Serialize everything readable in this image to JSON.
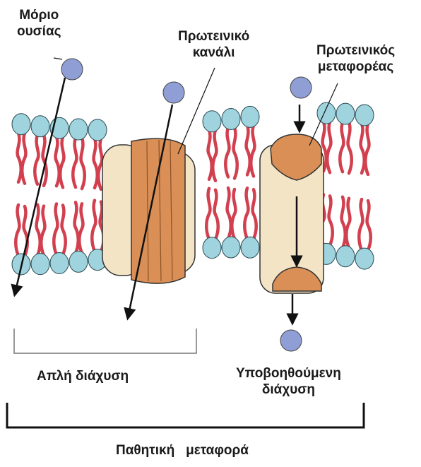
{
  "labels": {
    "molecule": [
      "Μόριο",
      "ουσίας"
    ],
    "channel": [
      "Πρωτεινικό",
      "κανάλι"
    ],
    "carrier": [
      "Πρωτεινικός",
      "μεταφορέας"
    ],
    "simple_diffusion": "Απλή διάχυση",
    "facilitated_diffusion": [
      "Υποβοηθούμενη",
      "διάχυση"
    ],
    "passive_transport": "Παθητική   μεταφορά"
  },
  "colors": {
    "lipid_head": "#9fd3dd",
    "lipid_tail": "#d2404f",
    "protein_body": "#f4e4c6",
    "protein_core": "#d98f56",
    "molecule": "#8f9fd6",
    "ink": "#111111"
  }
}
